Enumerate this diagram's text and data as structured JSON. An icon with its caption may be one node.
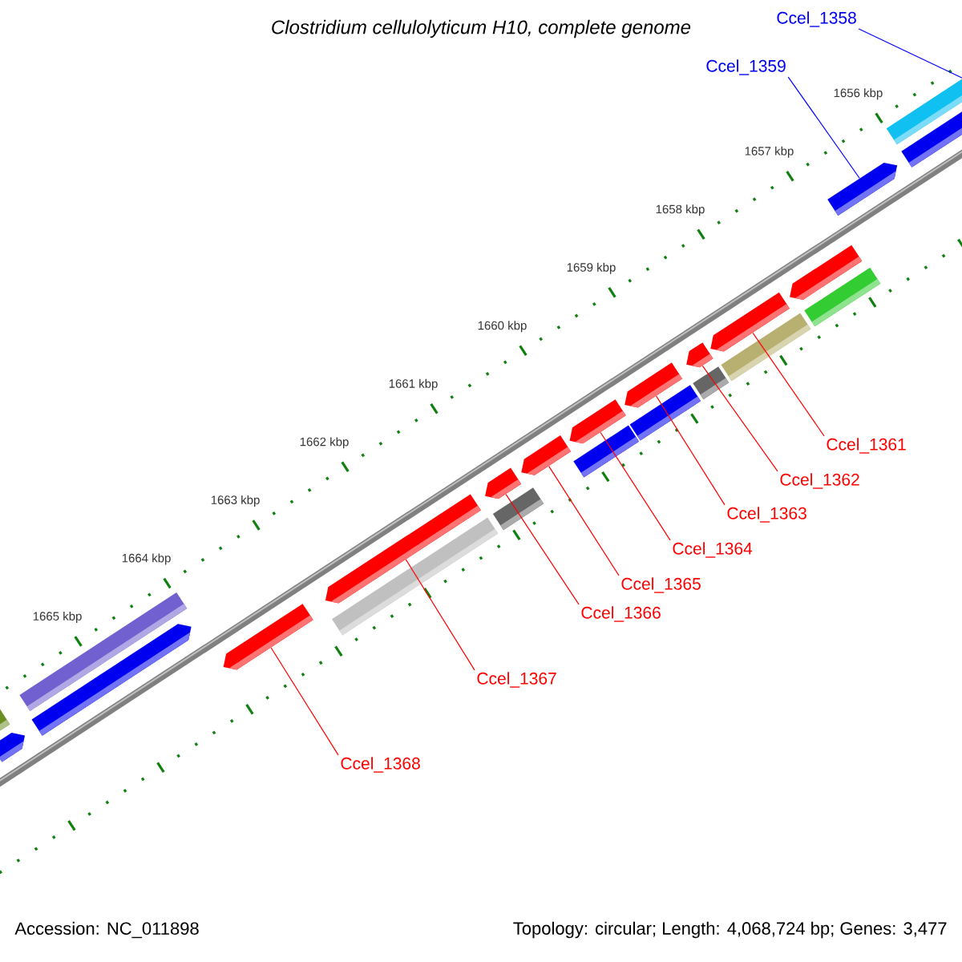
{
  "diagram": {
    "title": "Clostridium cellulolyticum H10, complete genome",
    "nodes": [
      {
        "text": [
          "Ccel_1358"
        ]
      },
      {
        "text": [
          "Ccel_1359"
        ]
      },
      {
        "text": [
          "Ccel_1361"
        ]
      },
      {
        "text": [
          "Ccel_1362"
        ]
      },
      {
        "text": [
          "Ccel_1363"
        ]
      },
      {
        "text": [
          "Ccel_1364"
        ]
      },
      {
        "text": [
          "Ccel_1365"
        ]
      },
      {
        "text": [
          "Ccel_1366"
        ]
      },
      {
        "text": [
          "Ccel_1367"
        ]
      },
      {
        "text": [
          "Ccel_1368"
        ]
      },
      {
        "text": [],
        "shape": "bar"
      },
      {
        "text": [],
        "shape": "arrow"
      },
      {
        "text": [],
        "shape": "arrow"
      },
      {
        "text": [],
        "shape": "arrow"
      },
      {
        "text": [],
        "shape": "arrow"
      },
      {
        "text": [],
        "shape": "arrow"
      },
      {
        "text": [],
        "shape": "arrow"
      },
      {
        "text": [],
        "shape": "arrow"
      },
      {
        "text": [],
        "shape": "arrow"
      },
      {
        "text": [],
        "shape": "arrow"
      },
      {
        "text": [],
        "shape": "bar"
      },
      {
        "text": [],
        "shape": "bar"
      },
      {
        "text": [],
        "shape": "arrow"
      },
      {
        "text": [],
        "shape": "arrow"
      },
      {
        "text": [],
        "shape": "arrow"
      },
      {
        "text": [],
        "shape": "arrow"
      },
      {
        "text": [],
        "shape": "bar"
      },
      {
        "text": [],
        "shape": "bar"
      },
      {
        "text": [],
        "shape": "bar"
      },
      {
        "text": [],
        "shape": "bar"
      },
      {
        "text": [],
        "shape": "bar"
      },
      {
        "text": [],
        "shape": "bar"
      },
      {
        "text": [],
        "shape": "bar"
      }
    ],
    "edges": [
      {
        "from": 0,
        "to": 10,
        "arrow": "none",
        "color": "#0000ff"
      },
      {
        "from": 1,
        "to": 11,
        "arrow": "none",
        "color": "#0000ff"
      },
      {
        "from": 2,
        "to": 12,
        "arrow": "none"
      },
      {
        "from": 3,
        "to": 13,
        "arrow": "none"
      },
      {
        "from": 4,
        "to": 14,
        "arrow": "none"
      },
      {
        "from": 5,
        "to": 15,
        "arrow": "none"
      },
      {
        "from": 6,
        "to": 16,
        "arrow": "none"
      },
      {
        "from": 7,
        "to": 17,
        "arrow": "none"
      },
      {
        "from": 8,
        "to": 18,
        "arrow": "none"
      },
      {
        "from": 9,
        "to": 19,
        "arrow": "none"
      }
    ],
    "labels": [
      "1656 kbp",
      "1657 kbp",
      "1658 kbp",
      "1659 kbp",
      "1660 kbp",
      "1661 kbp",
      "1662 kbp",
      "1663 kbp",
      "1664 kbp",
      "1665 kbp",
      "Accession: NC_011898",
      "Topology: circular; Length: 4,068,724 bp; Genes: 3,477"
    ]
  }
}
